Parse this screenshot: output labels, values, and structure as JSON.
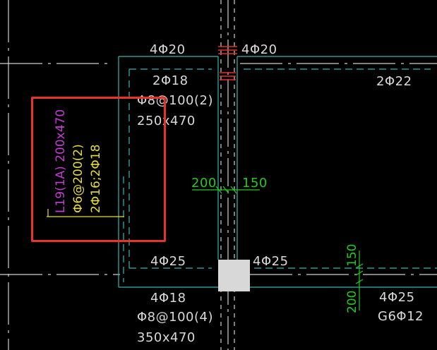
{
  "colors": {
    "background": "#000000",
    "text": "#d9d9d9",
    "beam_outline": "#33b6b2",
    "axis": "#d0d0d0",
    "dimension": "#25c91e",
    "highlight": "#e8332c",
    "beam_label_magenta": "#c73bd6",
    "beam_label_yellow": "#e6dd38",
    "rebar_mark": "#e23030"
  },
  "labels": {
    "top_left": "4Φ20",
    "top_right": "4Φ20",
    "beam1_bottom": "2Φ18",
    "beam1_stirrup": "Φ8@100(2)",
    "beam1_size": "250x470",
    "right_upper": "2Φ22",
    "mid_left": "4Φ25",
    "mid_right": "4Φ25",
    "bottom_left_rebar": "4Φ18",
    "bottom_left_stirrup": "Φ8@100(4)",
    "bottom_left_size": "350x470",
    "bottom_right_rebar": "4Φ25",
    "bottom_right_waist": "G6Φ12"
  },
  "dimensions": {
    "horizontal_left": "200",
    "horizontal_right": "150",
    "vertical_bottom": "200",
    "vertical_top": "150"
  },
  "selected_beam": {
    "name_size": "L19(1A) 200x470",
    "stirrup": "Φ6@200(2)",
    "rebar": "2Φ16;2Φ18"
  }
}
